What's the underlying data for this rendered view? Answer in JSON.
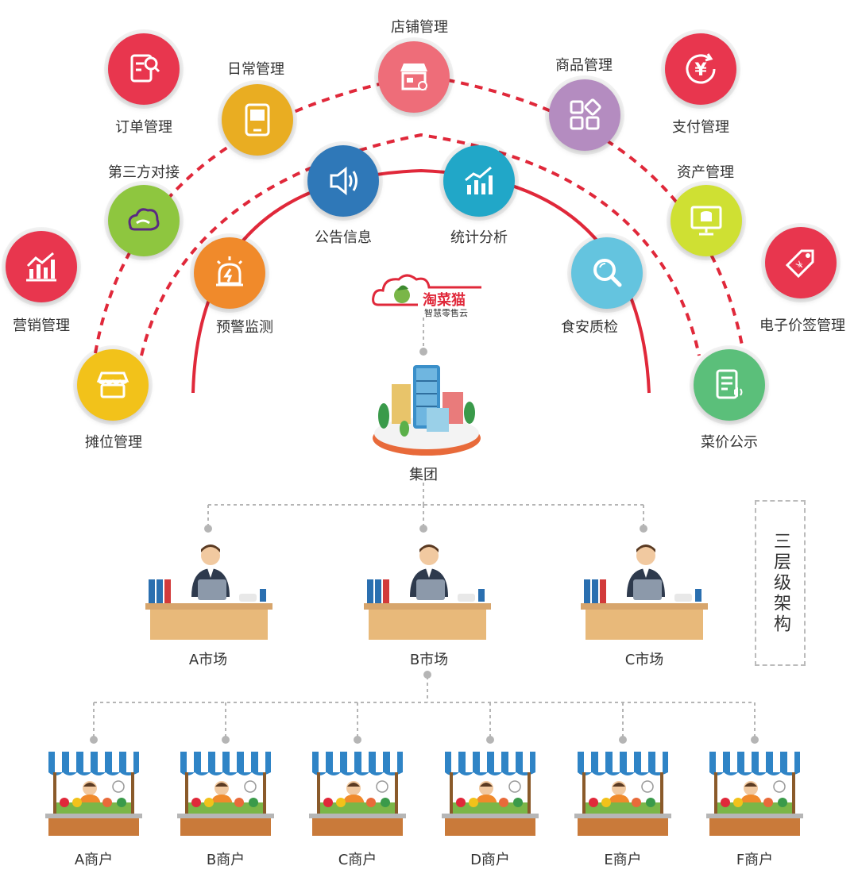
{
  "outer_modules": {
    "order": "订单管理",
    "third_party": "第三方对接",
    "marketing": "营销管理",
    "stall": "摊位管理",
    "daily": "日常管理",
    "shop": "店铺管理",
    "goods": "商品管理",
    "payment": "支付管理",
    "asset": "资产管理",
    "esl": "电子价签管理",
    "price_display": "菜价公示"
  },
  "inner_modules": {
    "notice": "公告信息",
    "stats": "统计分析",
    "warning": "预警监测",
    "food_safety": "食安质检"
  },
  "brand": {
    "name": "淘菜猫",
    "tagline": "智慧零售云"
  },
  "group_label": "集团",
  "markets": [
    "A市场",
    "B市场",
    "C市场"
  ],
  "merchants": [
    "A商户",
    "B商户",
    "C商户",
    "D商户",
    "E商户",
    "F商户"
  ],
  "architecture_label": "三层级架构",
  "colors": {
    "red_arc": "#e0283a",
    "order": "#e8364e",
    "daily": "#e9ad22",
    "shop": "#ee6d79",
    "goods": "#b48cc0",
    "payment": "#e8364e",
    "third_party": "#8ec63f",
    "asset": "#cfe033",
    "marketing": "#e8364e",
    "esl": "#e8364e",
    "stall": "#f2c21a",
    "price_display": "#5bbf7a",
    "notice": "#2f78b8",
    "stats": "#21a7c8",
    "warning": "#f08a2b",
    "food_safety": "#64c4df"
  }
}
